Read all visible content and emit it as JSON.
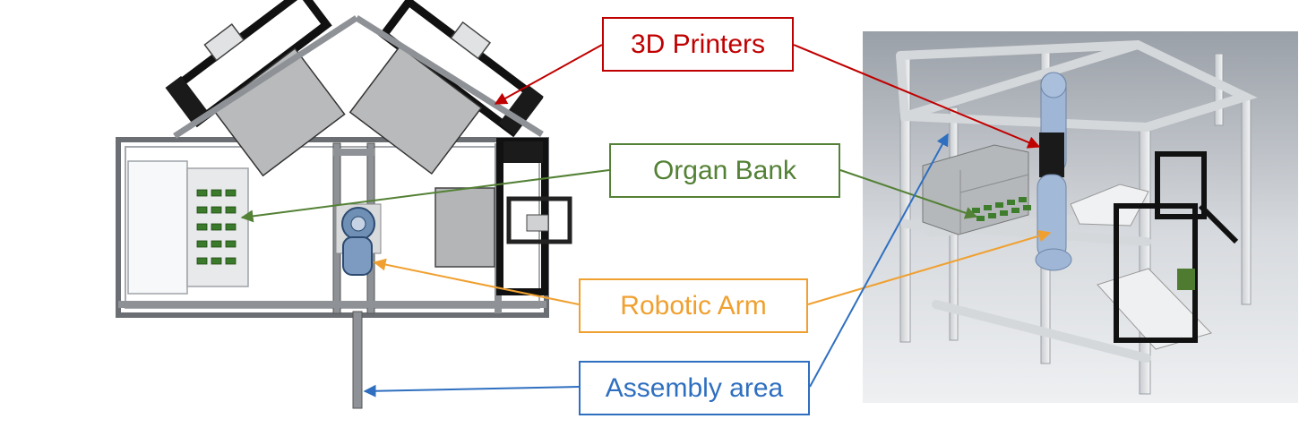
{
  "labels": {
    "printers": "3D Printers",
    "organ_bank": "Organ Bank",
    "robotic_arm": "Robotic Arm",
    "assembly_area": "Assembly area"
  },
  "colors": {
    "printers": "#c00000",
    "organ_bank": "#538135",
    "robotic_arm": "#f0a030",
    "assembly_area": "#2f6fc0"
  }
}
